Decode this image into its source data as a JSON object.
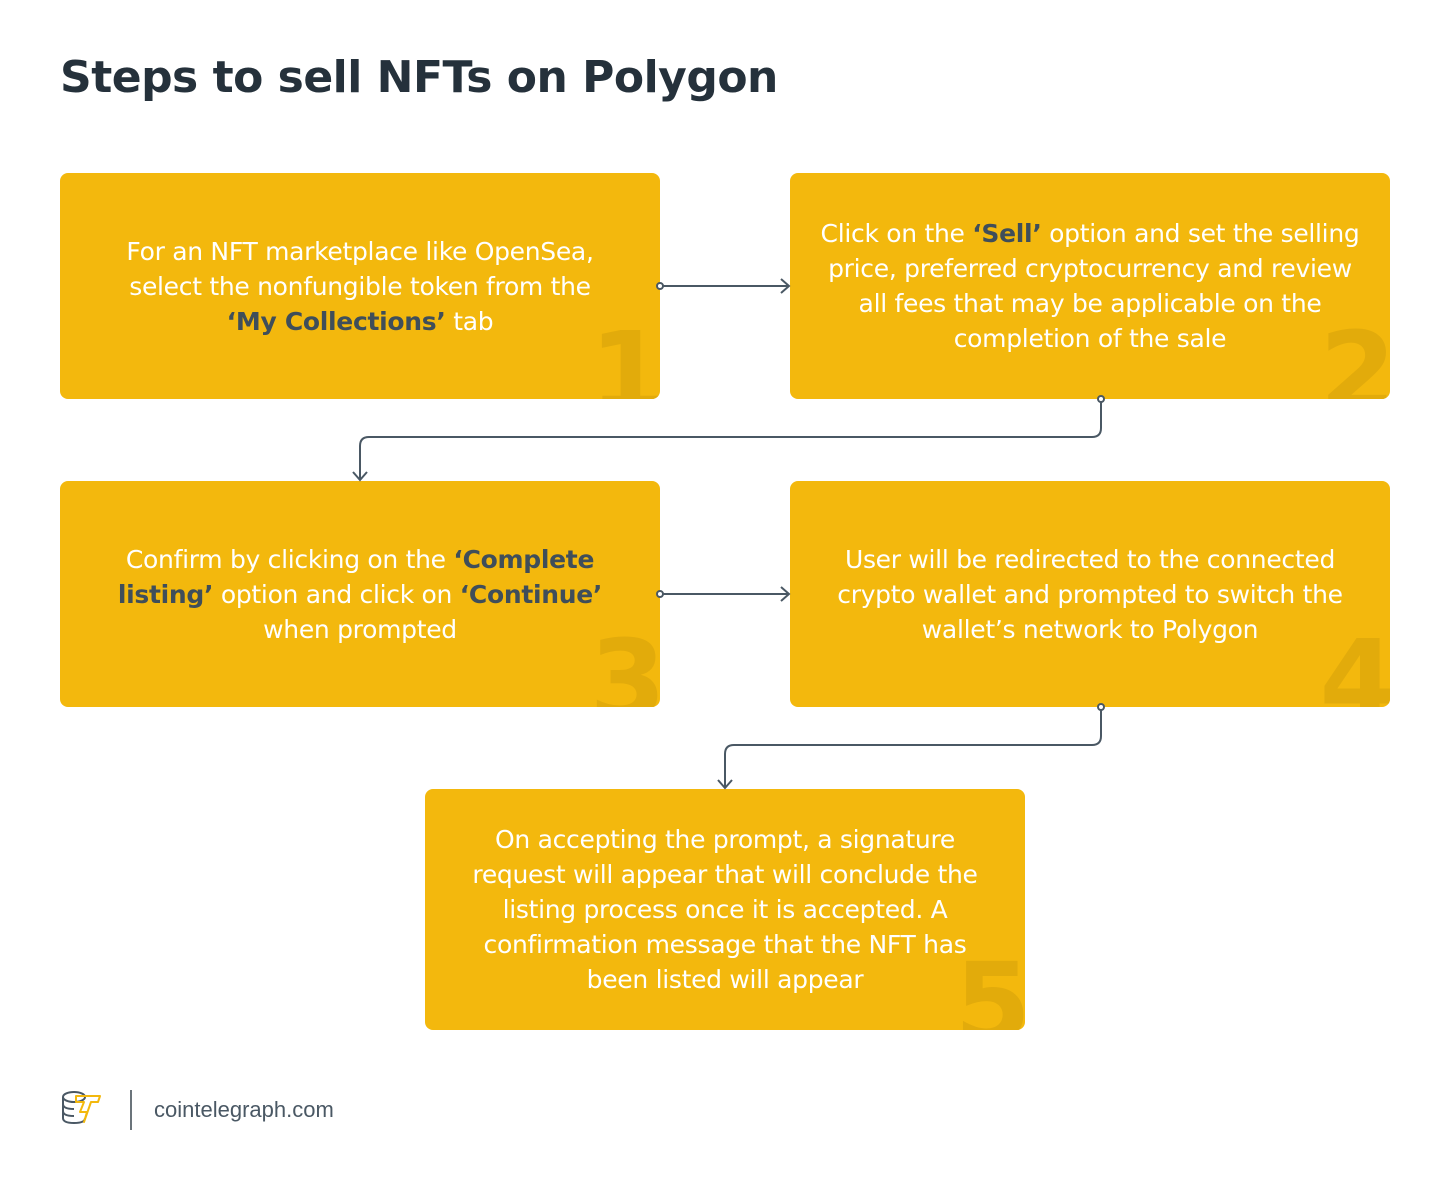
{
  "title": "Steps to sell NFTs on Polygon",
  "colors": {
    "box_bg": "#f3b80d",
    "box_text": "#ffffff",
    "highlight_text": "#3f4e5a",
    "number_watermark": "#e2ab0b",
    "connector": "#4a5864",
    "title": "#25313b"
  },
  "steps": [
    {
      "number": "1",
      "parts": [
        {
          "text": "For an NFT marketplace like OpenSea, select the nonfungible token from the ",
          "bold": false
        },
        {
          "text": "‘My Collections’",
          "bold": true
        },
        {
          "text": " tab",
          "bold": false
        }
      ]
    },
    {
      "number": "2",
      "parts": [
        {
          "text": "Click on the ",
          "bold": false
        },
        {
          "text": "‘Sell’",
          "bold": true
        },
        {
          "text": " option and set the selling price, preferred cryptocurrency and review all fees that may be applicable on the completion of the sale",
          "bold": false
        }
      ]
    },
    {
      "number": "3",
      "parts": [
        {
          "text": "Confirm by clicking on the ",
          "bold": false
        },
        {
          "text": "‘Complete listing’",
          "bold": true
        },
        {
          "text": " option and click on ",
          "bold": false
        },
        {
          "text": "‘Continue’",
          "bold": true
        },
        {
          "text": " when prompted",
          "bold": false
        }
      ]
    },
    {
      "number": "4",
      "parts": [
        {
          "text": "User will be redirected to the connected crypto wallet and prompted to switch the wallet’s network to Polygon",
          "bold": false
        }
      ]
    },
    {
      "number": "5",
      "parts": [
        {
          "text": "On accepting the prompt, a signature request will appear that will conclude the listing process once it is accepted. A confirmation message that the NFT has been listed will appear",
          "bold": false
        }
      ]
    }
  ],
  "footer": {
    "logo_icon": "cointelegraph-logo-icon",
    "site": "cointelegraph.com"
  }
}
